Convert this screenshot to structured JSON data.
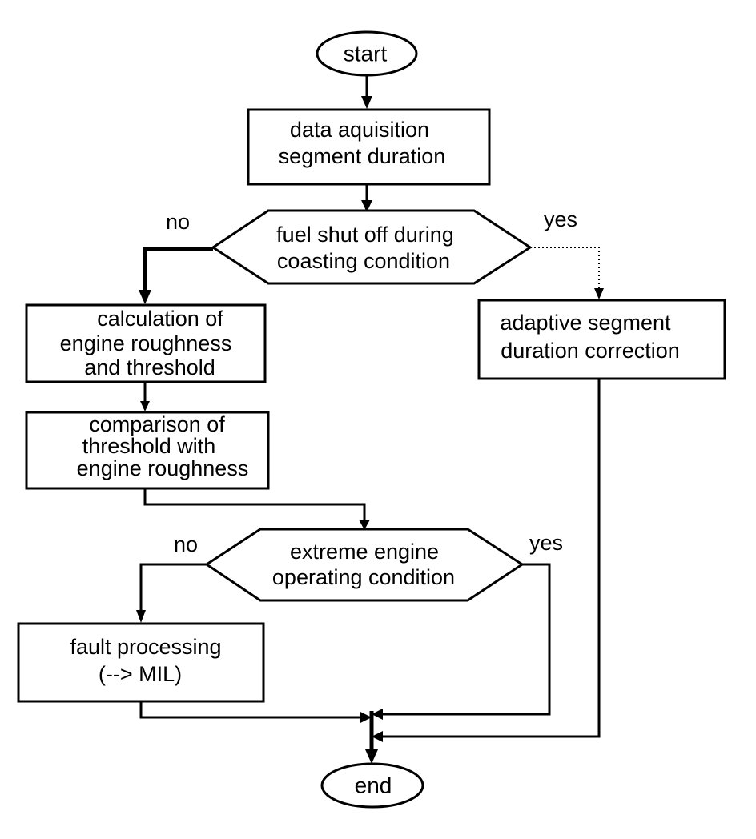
{
  "flowchart": {
    "start": "start",
    "end": "end",
    "data_acquisition": {
      "line1": "data aquisition",
      "line2": "segment duration"
    },
    "decision_fuel": {
      "line1": "fuel shut off during",
      "line2": "coasting condition",
      "no_label": "no",
      "yes_label": "yes"
    },
    "calculation": {
      "line1": "calculation of",
      "line2": "engine roughness",
      "line3": "and threshold"
    },
    "adaptive": {
      "line1": "adaptive segment",
      "line2": "duration correction"
    },
    "comparison": {
      "line1": "comparison of",
      "line2": "threshold with",
      "line3": "engine roughness"
    },
    "decision_extreme": {
      "line1": "extreme engine",
      "line2": "operating condition",
      "no_label": "no",
      "yes_label": "yes"
    },
    "fault": {
      "line1": "fault processing",
      "line2": "(--> MIL)"
    }
  }
}
